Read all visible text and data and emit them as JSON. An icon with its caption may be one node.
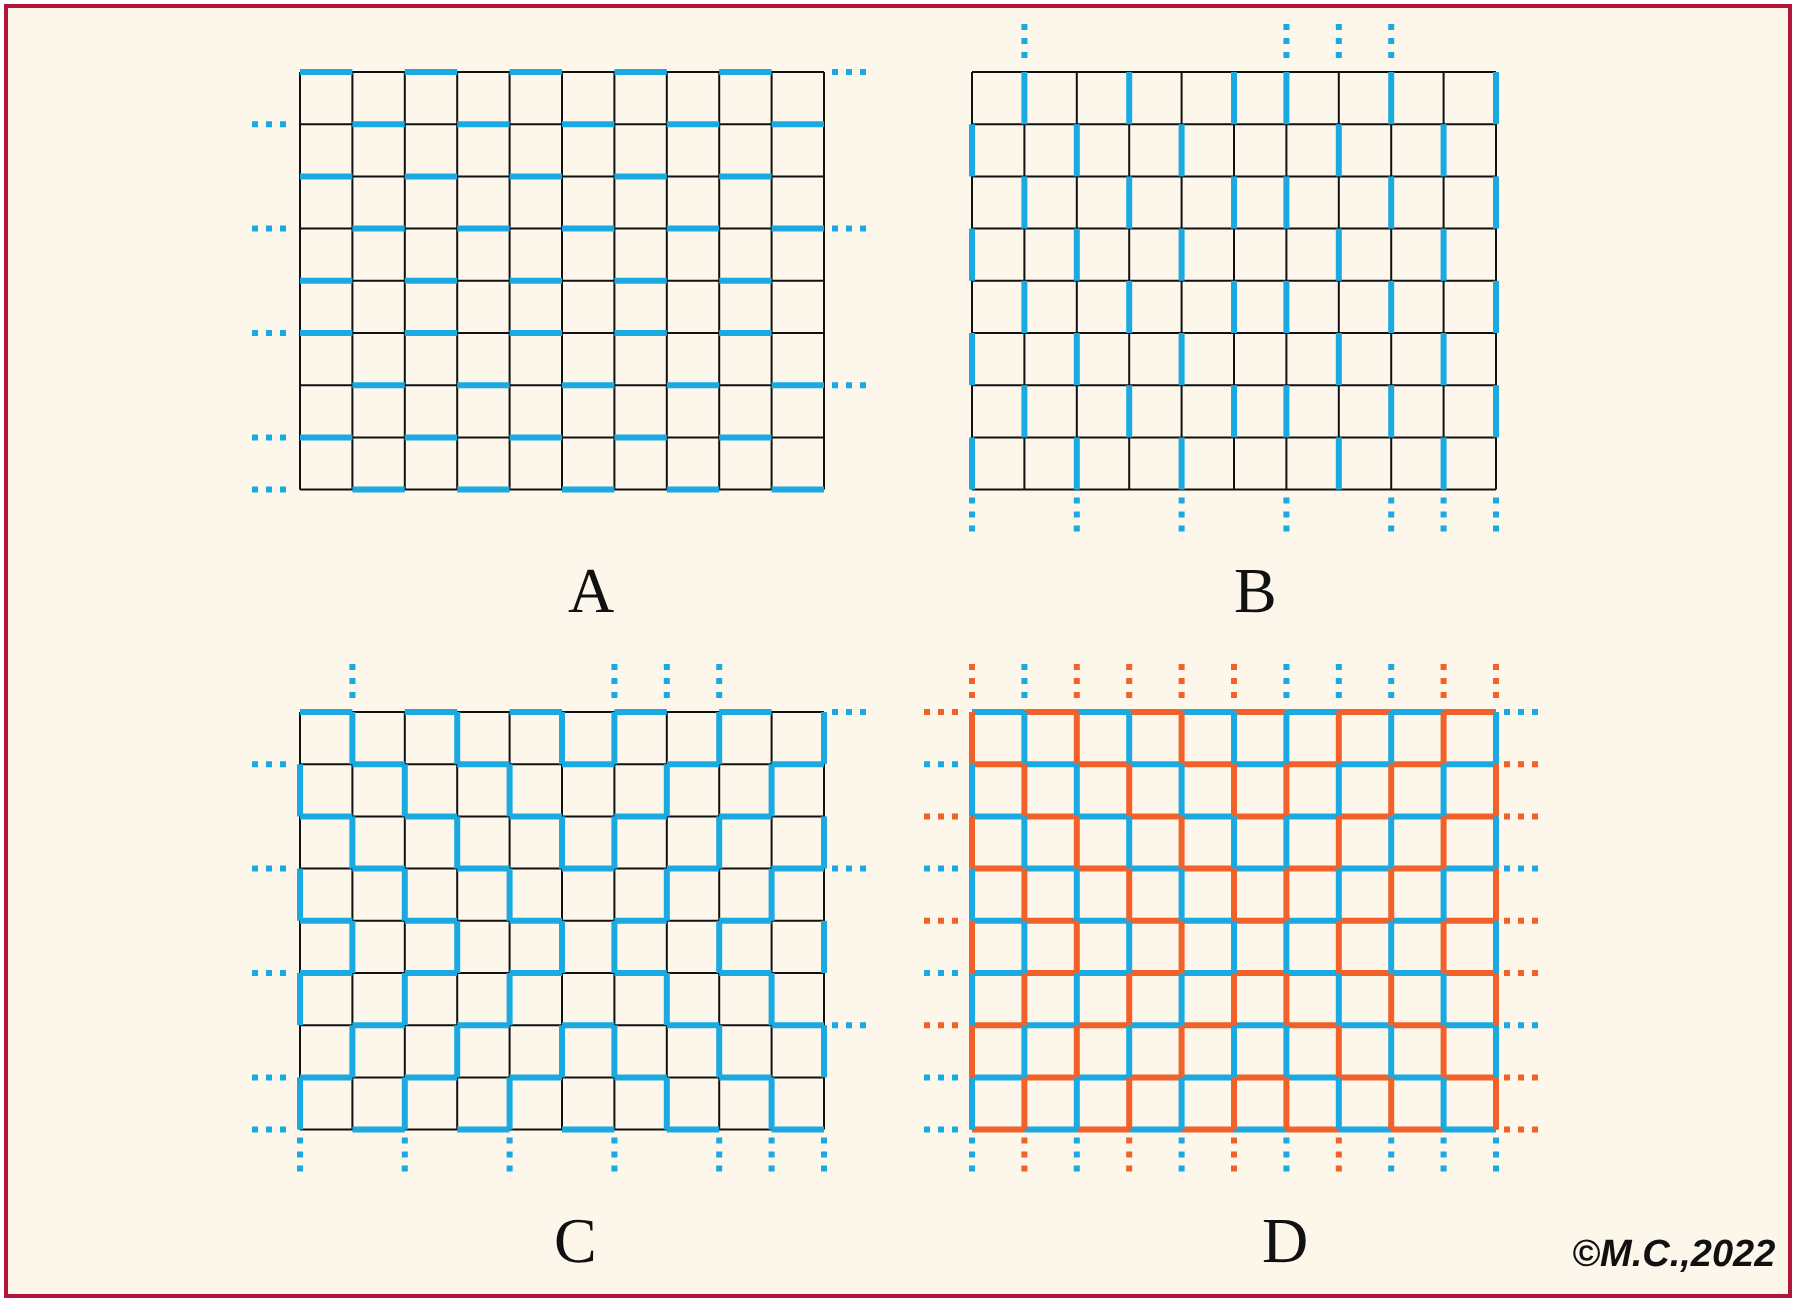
{
  "diagram": {
    "labels": [
      "A",
      "B",
      "C",
      "D",
      "©M.C.,2022"
    ]
  }
}
